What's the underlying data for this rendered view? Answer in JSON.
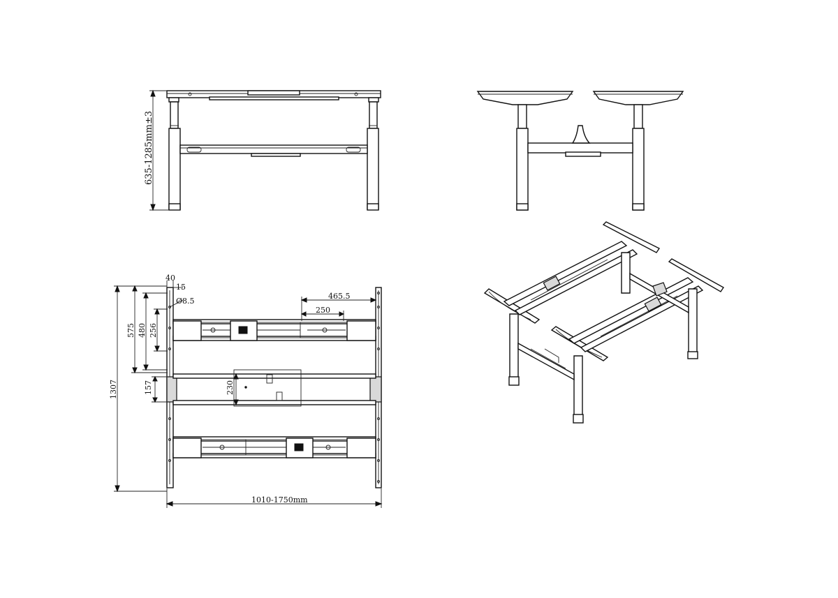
{
  "drawing": {
    "front_view": {
      "height_dimension": "635-1285mm±3"
    },
    "top_view": {
      "width_dimension": "1010-1750mm",
      "depth_dimension": "1307",
      "dim_575": "575",
      "dim_480": "480",
      "dim_256": "256",
      "dim_157": "157",
      "dim_40": "40",
      "dim_15": "15",
      "dim_hole": "Ø8.5",
      "dim_465": "465.5",
      "dim_250": "250",
      "dim_230": "230"
    }
  },
  "colors": {
    "line": "#111111",
    "background": "#ffffff"
  }
}
